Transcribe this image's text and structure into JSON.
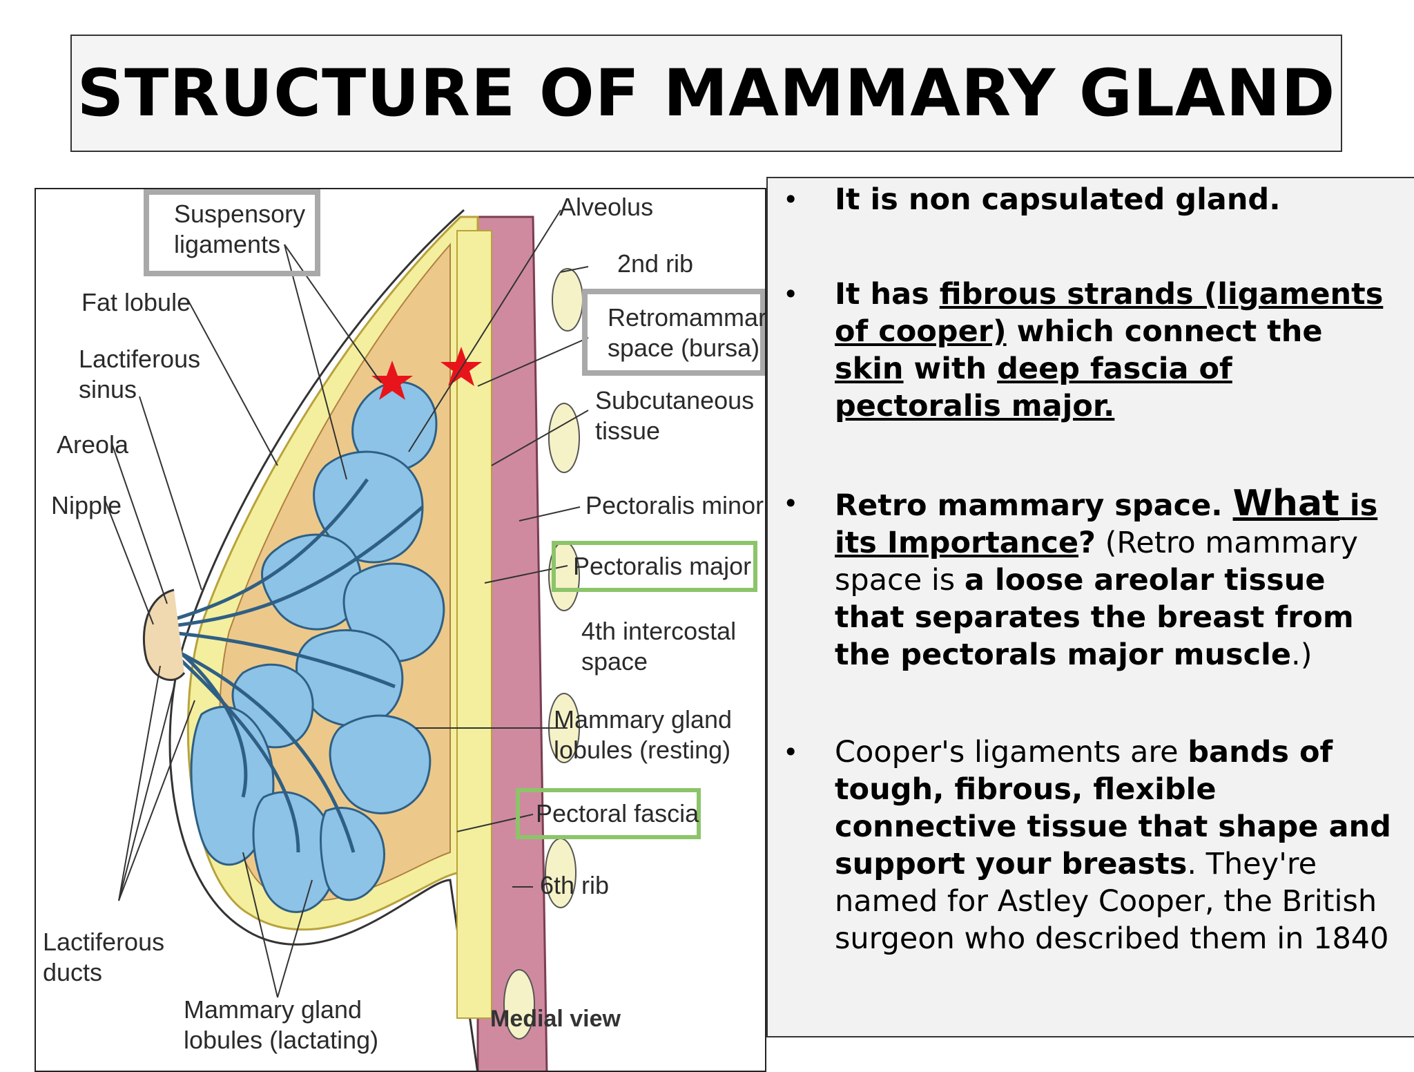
{
  "slide": {
    "title": "STRUCTURE OF MAMMARY GLAND"
  },
  "diagram": {
    "labels": {
      "suspensory": [
        "Suspensory",
        "ligaments"
      ],
      "alveolus": "Alveolus",
      "rib2": "2nd rib",
      "retromammary": [
        "Retromammar",
        "space (bursa)"
      ],
      "fat_lobule": "Fat lobule",
      "lactiferous_sinus": [
        "Lactiferous",
        "sinus"
      ],
      "subcutaneous": [
        "Subcutaneous",
        "tissue"
      ],
      "areola": "Areola",
      "nipple": "Nipple",
      "pectoralis_minor": "Pectoralis minor",
      "pectoralis_major": "Pectoralis major",
      "intercostal": [
        "4th intercostal",
        "space"
      ],
      "lobules_resting": [
        "Mammary gland",
        "lobules (resting)"
      ],
      "pectoral_fascia": "Pectoral fascia",
      "rib6": "6th rib",
      "lactiferous_ducts": [
        "Lactiferous",
        "ducts"
      ],
      "lobules_lactating": [
        "Mammary gland",
        "lobules (lactating)"
      ],
      "view": "Medial view"
    },
    "colors": {
      "lobule": "#8cc3e6",
      "fat": "#f3ef9e",
      "muscle": "#cf8aa0",
      "gray_box": "#a9a9a9",
      "green_box": "#8cc46a",
      "star": "#e8141b"
    }
  },
  "notes": {
    "b1": "It is non capsulated gland.",
    "b2": {
      "t1": "It has ",
      "u1": "fibrous strands (ligaments of cooper)",
      "t2": " which connect the ",
      "u2": "skin",
      "t3": " with ",
      "u3": "deep fascia of pectoralis major."
    },
    "b3": {
      "t1": "Retro mammary  space. ",
      "u1": "What",
      "u2": " is its Importance",
      "t2": "?",
      "t3": " (Retro mammary space is ",
      "t4": "a loose areolar tissue that separates the breast from the pectorals major muscle",
      "t5": ".)"
    },
    "b4": {
      "t1": "Cooper's ligaments are ",
      "t2": "bands of tough, fibrous, flexible connective tissue that shape and support your breasts",
      "t3": ". They're named for Astley Cooper, the British surgeon who described them in 1840"
    }
  }
}
